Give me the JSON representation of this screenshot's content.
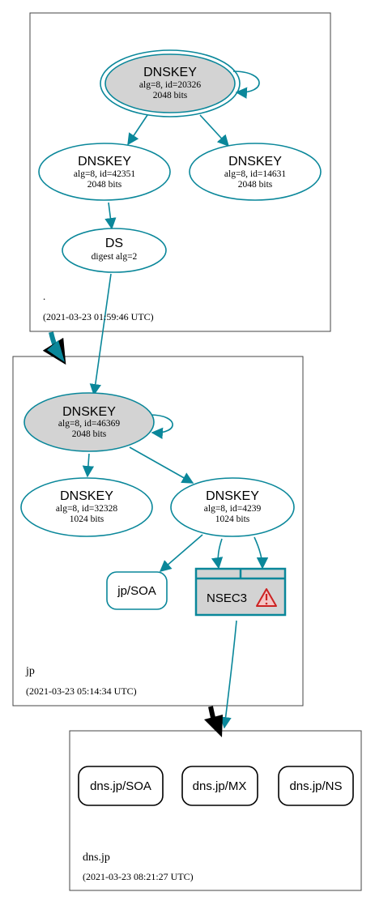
{
  "zones": {
    "root": {
      "name": ".",
      "timestamp": "(2021-03-23 01:59:46 UTC)"
    },
    "jp": {
      "name": "jp",
      "timestamp": "(2021-03-23 05:14:34 UTC)"
    },
    "dnsjp": {
      "name": "dns.jp",
      "timestamp": "(2021-03-23 08:21:27 UTC)"
    }
  },
  "nodes": {
    "root_ksk": {
      "title": "DNSKEY",
      "line1": "alg=8, id=20326",
      "line2": "2048 bits"
    },
    "root_zsk1": {
      "title": "DNSKEY",
      "line1": "alg=8, id=42351",
      "line2": "2048 bits"
    },
    "root_zsk2": {
      "title": "DNSKEY",
      "line1": "alg=8, id=14631",
      "line2": "2048 bits"
    },
    "root_ds": {
      "title": "DS",
      "line1": "digest alg=2"
    },
    "jp_ksk": {
      "title": "DNSKEY",
      "line1": "alg=8, id=46369",
      "line2": "2048 bits"
    },
    "jp_zsk1": {
      "title": "DNSKEY",
      "line1": "alg=8, id=32328",
      "line2": "1024 bits"
    },
    "jp_zsk2": {
      "title": "DNSKEY",
      "line1": "alg=8, id=4239",
      "line2": "1024 bits"
    },
    "jp_soa": {
      "label": "jp/SOA"
    },
    "jp_nsec3": {
      "label": "NSEC3"
    },
    "dnsjp_soa": {
      "label": "dns.jp/SOA"
    },
    "dnsjp_mx": {
      "label": "dns.jp/MX"
    },
    "dnsjp_ns": {
      "label": "dns.jp/NS"
    }
  },
  "colors": {
    "edge": "#0a879a",
    "node_fill_ksk": "#d3d3d3",
    "node_stroke": "#0a879a",
    "zone_border": "#444444",
    "black_arrow": "#000000",
    "warning": "#cc2222"
  },
  "icons": {
    "warning": "warning-triangle-icon"
  }
}
